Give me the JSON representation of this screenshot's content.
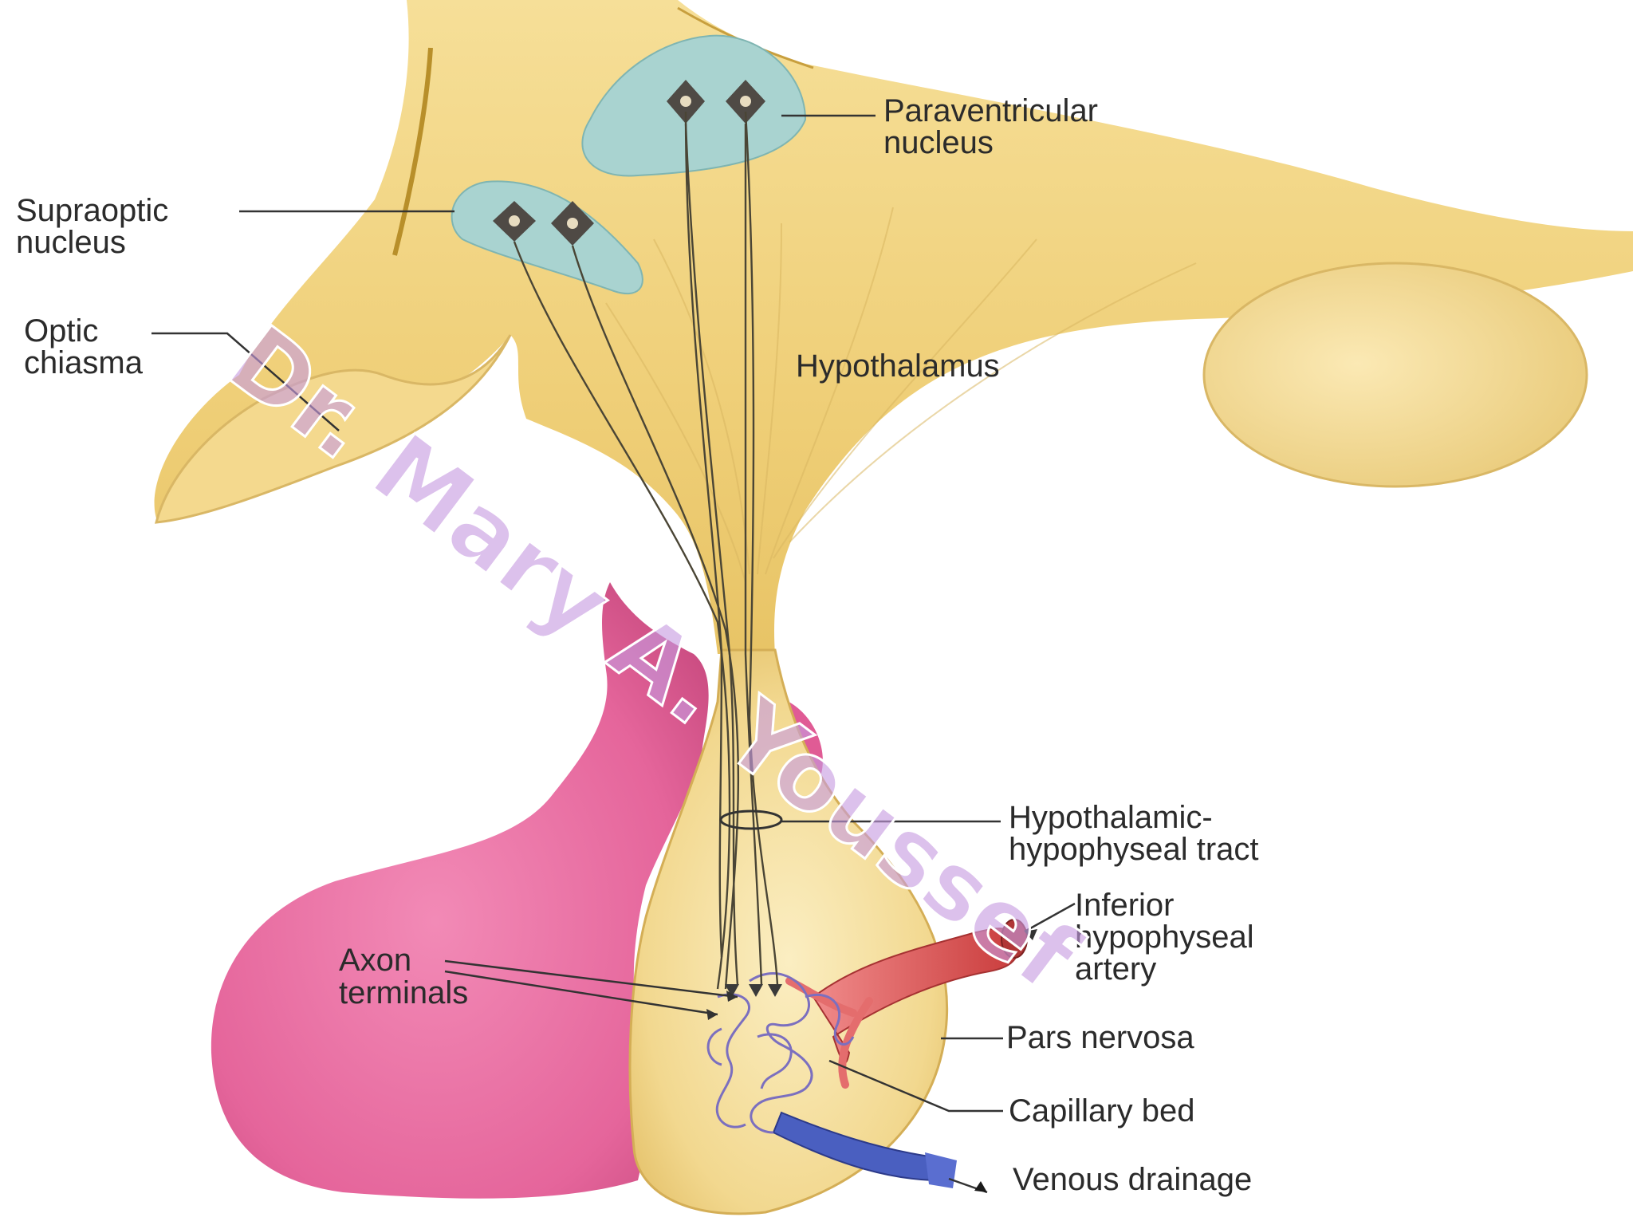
{
  "colors": {
    "hypothalamus": "#f2d585",
    "anterior_pituitary": "#e8669c",
    "nucleus": "#a9d3d0",
    "artery": "#d44b4b",
    "vein": "#4a5fc0",
    "watermark": "#c79be0"
  },
  "labels": {
    "paraventricular": [
      "Paraventricular",
      "nucleus"
    ],
    "supraoptic": [
      "Supraoptic",
      "nucleus"
    ],
    "optic_chiasma": [
      "Optic",
      "chiasma"
    ],
    "hypothalamus": "Hypothalamus",
    "tract": [
      "Hypothalamic-",
      "hypophyseal tract"
    ],
    "inferior_artery": [
      "Inferior",
      "hypophyseal",
      "artery"
    ],
    "axon_terminals": [
      "Axon",
      "terminals"
    ],
    "pars_nervosa": "Pars nervosa",
    "capillary_bed": "Capillary bed",
    "venous_drainage": "Venous drainage"
  },
  "watermark": "Dr. Mary A. Youssef"
}
